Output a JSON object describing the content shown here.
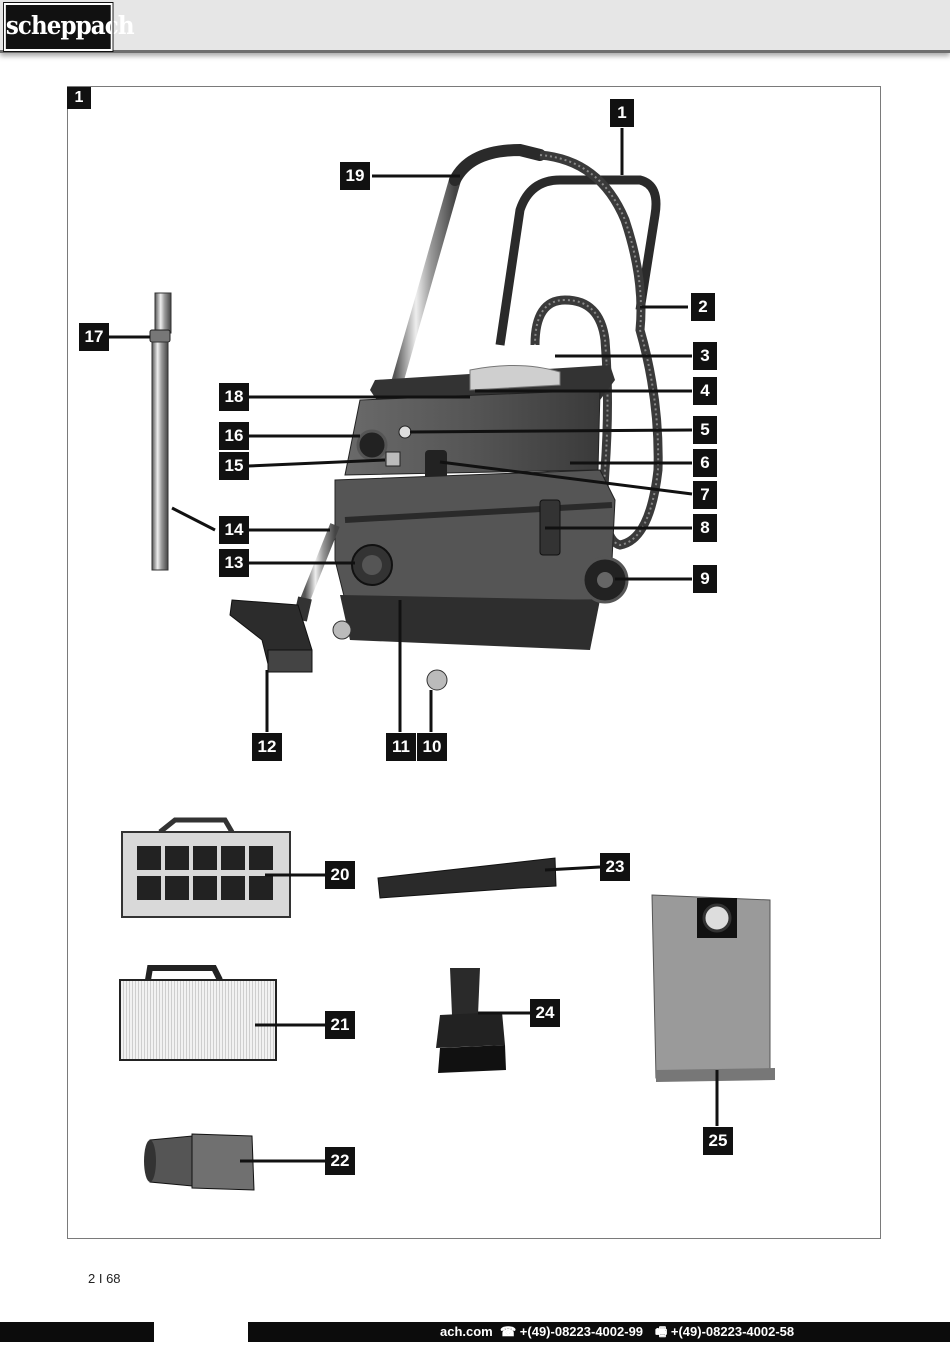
{
  "header": {
    "logo_text": "scheppach"
  },
  "figure": {
    "number": "1",
    "callouts": [
      {
        "id": "c1",
        "label": "1"
      },
      {
        "id": "c2",
        "label": "2"
      },
      {
        "id": "c3",
        "label": "3"
      },
      {
        "id": "c4",
        "label": "4"
      },
      {
        "id": "c5",
        "label": "5"
      },
      {
        "id": "c6",
        "label": "6"
      },
      {
        "id": "c7",
        "label": "7"
      },
      {
        "id": "c8",
        "label": "8"
      },
      {
        "id": "c9",
        "label": "9"
      },
      {
        "id": "c10",
        "label": "10"
      },
      {
        "id": "c11",
        "label": "11"
      },
      {
        "id": "c12",
        "label": "12"
      },
      {
        "id": "c13",
        "label": "13"
      },
      {
        "id": "c14",
        "label": "14"
      },
      {
        "id": "c15",
        "label": "15"
      },
      {
        "id": "c16",
        "label": "16"
      },
      {
        "id": "c17",
        "label": "17"
      },
      {
        "id": "c18",
        "label": "18"
      },
      {
        "id": "c19",
        "label": "19"
      },
      {
        "id": "c20",
        "label": "20"
      },
      {
        "id": "c21",
        "label": "21"
      },
      {
        "id": "c22",
        "label": "22"
      },
      {
        "id": "c23",
        "label": "23"
      },
      {
        "id": "c24",
        "label": "24"
      },
      {
        "id": "c25",
        "label": "25"
      }
    ]
  },
  "footer": {
    "page": "2 I 68",
    "web": "ach.com",
    "phone": "☎ +(49)-08223-4002-99",
    "fax": "🖷 +(49)-08223-4002-58"
  }
}
